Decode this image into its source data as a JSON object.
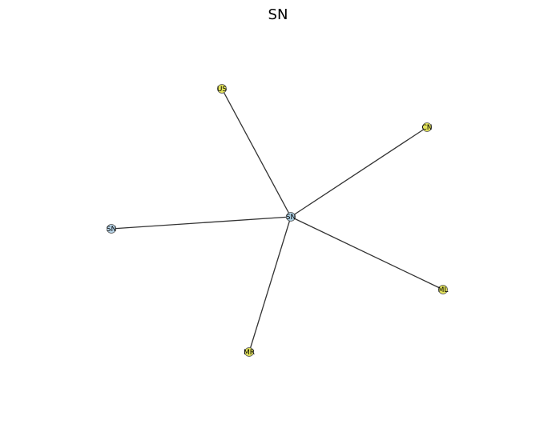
{
  "title": "SN",
  "colors": {
    "center": "#a8cce0",
    "leaf_yellow": "#e3e35a",
    "leaf_blue": "#b8d6ea",
    "edge": "#333333"
  },
  "nodes": [
    {
      "id": "center",
      "label": "SN",
      "color": "center"
    },
    {
      "id": "us",
      "label": "US",
      "color": "leaf_yellow"
    },
    {
      "id": "cn",
      "label": "CN",
      "color": "leaf_yellow"
    },
    {
      "id": "sn2",
      "label": "SN",
      "color": "leaf_blue"
    },
    {
      "id": "ml",
      "label": "ML",
      "color": "leaf_yellow"
    },
    {
      "id": "mr",
      "label": "MR",
      "color": "leaf_yellow"
    }
  ],
  "edges": [
    {
      "source": "center",
      "target": "us"
    },
    {
      "source": "center",
      "target": "cn"
    },
    {
      "source": "center",
      "target": "sn2"
    },
    {
      "source": "center",
      "target": "ml"
    },
    {
      "source": "center",
      "target": "mr"
    }
  ]
}
